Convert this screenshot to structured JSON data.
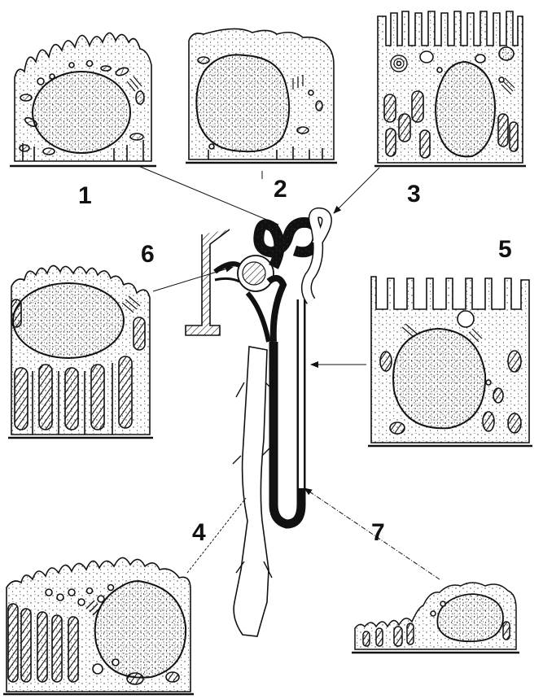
{
  "labels": {
    "cell_1": "1",
    "cell_2": "2",
    "cell_3": "3",
    "cell_4": "4",
    "cell_5": "5",
    "cell_6": "6",
    "cell_7": "7"
  },
  "colors": {
    "ink": "#111111",
    "background": "#ffffff"
  }
}
